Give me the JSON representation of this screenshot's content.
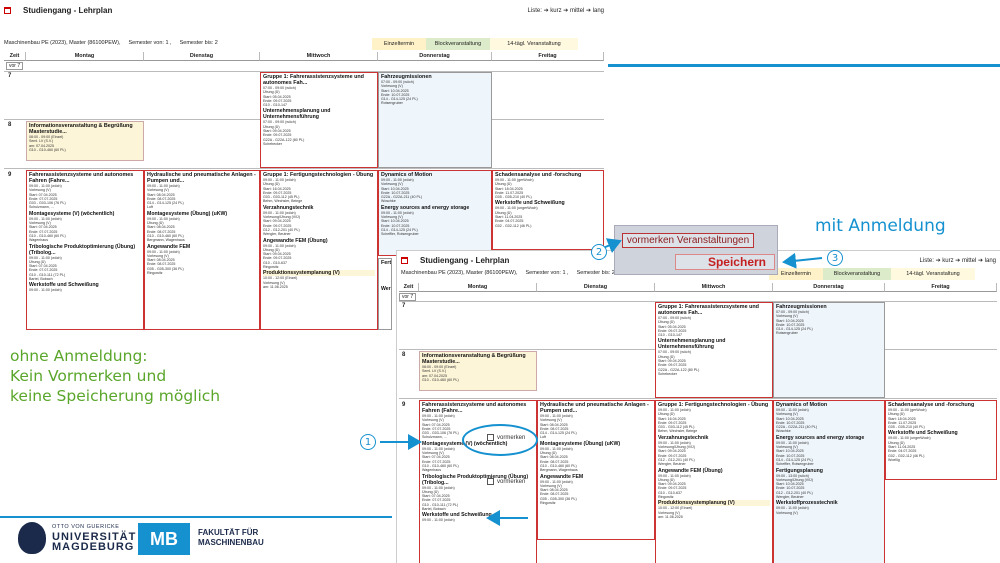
{
  "timetable": {
    "title": "Studiengang - Lehrplan",
    "program": "Maschinenbau PE (2023), Master (86100PEW),",
    "semester_von": "Semester von: 1 ,",
    "semester_bis": "Semester bis: 2",
    "list_label": "Liste:",
    "list_options": "➔ kurz ➔ mittel ➔ lang",
    "legend": {
      "einzel": "Einzeltermin",
      "block": "Blockveranstaltung",
      "tw": "14-tägl. Veranstaltung"
    },
    "zeit": "Zeit",
    "vor": "vor 7",
    "days": [
      "Montag",
      "Dienstag",
      "Mittwoch",
      "Donnerstag",
      "Freitag"
    ],
    "rows": [
      "7",
      "8",
      "9"
    ]
  },
  "events": {
    "gruppe1_fas": {
      "title": "Gruppe 1: Fahrerassistenzsysteme und autonomes Fah...",
      "lines": [
        "07:00 - 09:00 (wöch)",
        "Übung (Ü)",
        "Start: 05.04.2025",
        "Ende: 09.07.2025",
        "G10 - G10-147"
      ]
    },
    "upu": {
      "title": "Unternehmensplanung und Unternehmensführung",
      "lines": [
        "07:00 - 09:00 (wöch)",
        "Übung (Ü)",
        "Start: 09.04.2025",
        "Ende: 09.07.2025",
        "G22A - G22A-122 (80 PL)",
        "Schebecker"
      ]
    },
    "fzm": {
      "title": "Fahrzeugmissionen",
      "lines": [
        "07:00 - 09:00 (wöch)",
        "Vorlesung (V)",
        "Start: 10.04.2025",
        "Ende: 10.07.2025",
        "G14 - G14-125 (24 PL)",
        "Rotsengruber"
      ]
    },
    "info": {
      "title": "Informationsveranstaltung & Begrüßung Masterstudie...",
      "lines": [
        "08:00 - 09:00 (Einzel)",
        "Seml. LV (S.V.)",
        "am: 07.04.2025",
        "G10 - G10-460 (60 PL)"
      ]
    },
    "fas_mo": {
      "title": "Fahrerassistenzsysteme und autonomes Fahren (Fahre...",
      "lines": [
        "09:00 - 11:00 (wöch)",
        "Vorlesung (V)",
        "Start: 07.04.2025",
        "Ende: 07.07.2025",
        "G03 - G03-106 (76 PL)",
        "Schulzmann, ..."
      ]
    },
    "msys": {
      "title": "Montagesysteme (V) (wöchentlich)",
      "lines": [
        "09:00 - 11:00 (wöch)",
        "Vorlesung (V)",
        "Start: 07.04.2025",
        "Ende: 07.07.2025",
        "G10 - G10-460 (60 PL)",
        "Wagenhaus"
      ]
    },
    "trib": {
      "title": "Tribologische Produktoptimierung (Übung) (Tribolog...",
      "lines": [
        "09:00 - 11:00 (wöch)",
        "Übung (Ü)",
        "Start: 07.04.2025",
        "Ende: 07.07.2025",
        "G10 - G10-111 (72 PL)",
        "Bartel, Bobach"
      ]
    },
    "wks_mo": {
      "title": "Werkstoffe und Schweißung",
      "lines": [
        "09:00 - 11:00 (wöch)"
      ]
    },
    "hyd": {
      "title": "Hydraulische und pneumatische Anlagen - Pumpen und...",
      "lines": [
        "09:00 - 11:00 (wöch)",
        "Vorlesung (V)",
        "Start: 08.04.2025",
        "Ende: 08.07.2025",
        "G14 - G14-125 (24 PL)",
        "Luft"
      ]
    },
    "msys_di": {
      "title": "Montagesysteme (Übung) (uKW)",
      "lines": [
        "09:00 - 11:00 (wöch)",
        "Übung (Ü)",
        "Start: 08.04.2025",
        "Ende: 08.07.2025",
        "G10 - G10-460 (60 PL)",
        "Bergmann, Wagenhaus"
      ]
    },
    "fem": {
      "title": "Angewandte FEM",
      "lines": [
        "09:00 - 11:00 (wöch)",
        "Vorlesung (V)",
        "Start: 08.04.2025",
        "Ende: 08.07.2025",
        "G05 - G05-300 (36 PL)",
        "Ringowitz"
      ]
    },
    "fert": {
      "title": "Gruppe 1: Fertigungstechnologien - Übung",
      "lines": [
        "09:00 - 11:00 (wöch)",
        "Übung (Ü)",
        "Start: 16.04.2025",
        "Ende: 09.07.2025",
        "G03 - G03-112 (45 PL)",
        "Behm, Wechsler, Beinge"
      ]
    },
    "vzt": {
      "title": "Verzahnungstechnik",
      "lines": [
        "09:00 - 11:00 (wöch)",
        "Vorlesung/Übung (V/Ü)",
        "Start: 09.04.2025",
        "Ende: 09.07.2025",
        "G12 - G12-201 (40 PL)",
        "Wengler, Beutner"
      ]
    },
    "fem_ue": {
      "title": "Angewandte FEM (Übung)",
      "lines": [
        "09:00 - 11:00 (wöch)",
        "Übung (Ü)",
        "Start: 09.04.2025",
        "Ende: 09.07.2025",
        "G10 - G10-637",
        "Ringowitz"
      ]
    },
    "psp": {
      "title": "Produktionssystemplanung (V)",
      "lines": [
        "10:00 - 12:00 (Einzel)",
        "Vorlesung (V)",
        "am: 11.06.2025"
      ]
    },
    "dyn": {
      "title": "Dynamics of Motion",
      "lines": [
        "09:00 - 11:00 (wöch)",
        "Vorlesung (V)",
        "Start: 10.04.2025",
        "Ende: 10.07.2025",
        "G22A - G22A-211 (40 PL)",
        "Woschke"
      ]
    },
    "energy": {
      "title": "Energy sources and energy storage",
      "lines": [
        "09:00 - 11:00 (wöch)",
        "Vorlesung (V)",
        "Start: 10.04.2025",
        "Ende: 10.07.2025",
        "G14 - G14-125 (24 PL)",
        "Scheffler, Rotsengruber"
      ]
    },
    "schaden": {
      "title": "Schadensanalyse und -forschung",
      "lines": [
        "09:00 - 11:00 (gerWoch)",
        "Übung (Ü)",
        "Start: 18.04.2025",
        "Ende: 11.07.2025",
        "G05 - G05-210 (40 PL)"
      ]
    },
    "wks_fr": {
      "title": "Werkstoffe und Schweißung",
      "lines": [
        "09:00 - 11:00 (ungerWoch)",
        "Übung (Ü)",
        "Start: 11.04.2025",
        "Ende: 04.07.2025",
        "G02 - G02-112 (46 PL)",
        "Woellig"
      ]
    },
    "fpl": {
      "title": "Fertigungsplanung",
      "lines": [
        "09:00 - 13:00 (wöch)",
        "Vorlesung/Übung (V/Ü)",
        "Start: 10.04.2025",
        "Ende: 10.07.2025",
        "G12 - G12-201 (40 PL)",
        "Wengler, Beutner"
      ]
    },
    "wpt": {
      "title": "Werkstoffprozesstechnik",
      "lines": [
        "09:00 - 11:00 (wöch)",
        "Vorlesung (V)"
      ]
    },
    "fert_short": {
      "title": "Fert"
    },
    "werk_short": {
      "title": "Wer"
    }
  },
  "popup": {
    "vormerken_label": "vormerken Veranstaltungen",
    "speichern_label": "Speichern"
  },
  "checkbox_label": "vormerken",
  "annotations": {
    "mit_anmeldung": "mit Anmeldung",
    "ohne_1": "ohne Anmeldung:",
    "ohne_2": "Kein Vormerken und",
    "ohne_3": "keine Speicherung möglich",
    "step1": "1",
    "step2": "2",
    "step3": "3"
  },
  "footer": {
    "uni_line1": "OTTO VON GUERICKE",
    "uni_line2": "UNIVERSITÄT",
    "uni_line3": "MAGDEBURG",
    "mb": "MB",
    "fak1": "FAKULTÄT FÜR",
    "fak2": "MASCHINENBAU"
  },
  "colors": {
    "accent": "#1591d0",
    "green": "#5aa62b",
    "event_border": "#cc3333"
  }
}
